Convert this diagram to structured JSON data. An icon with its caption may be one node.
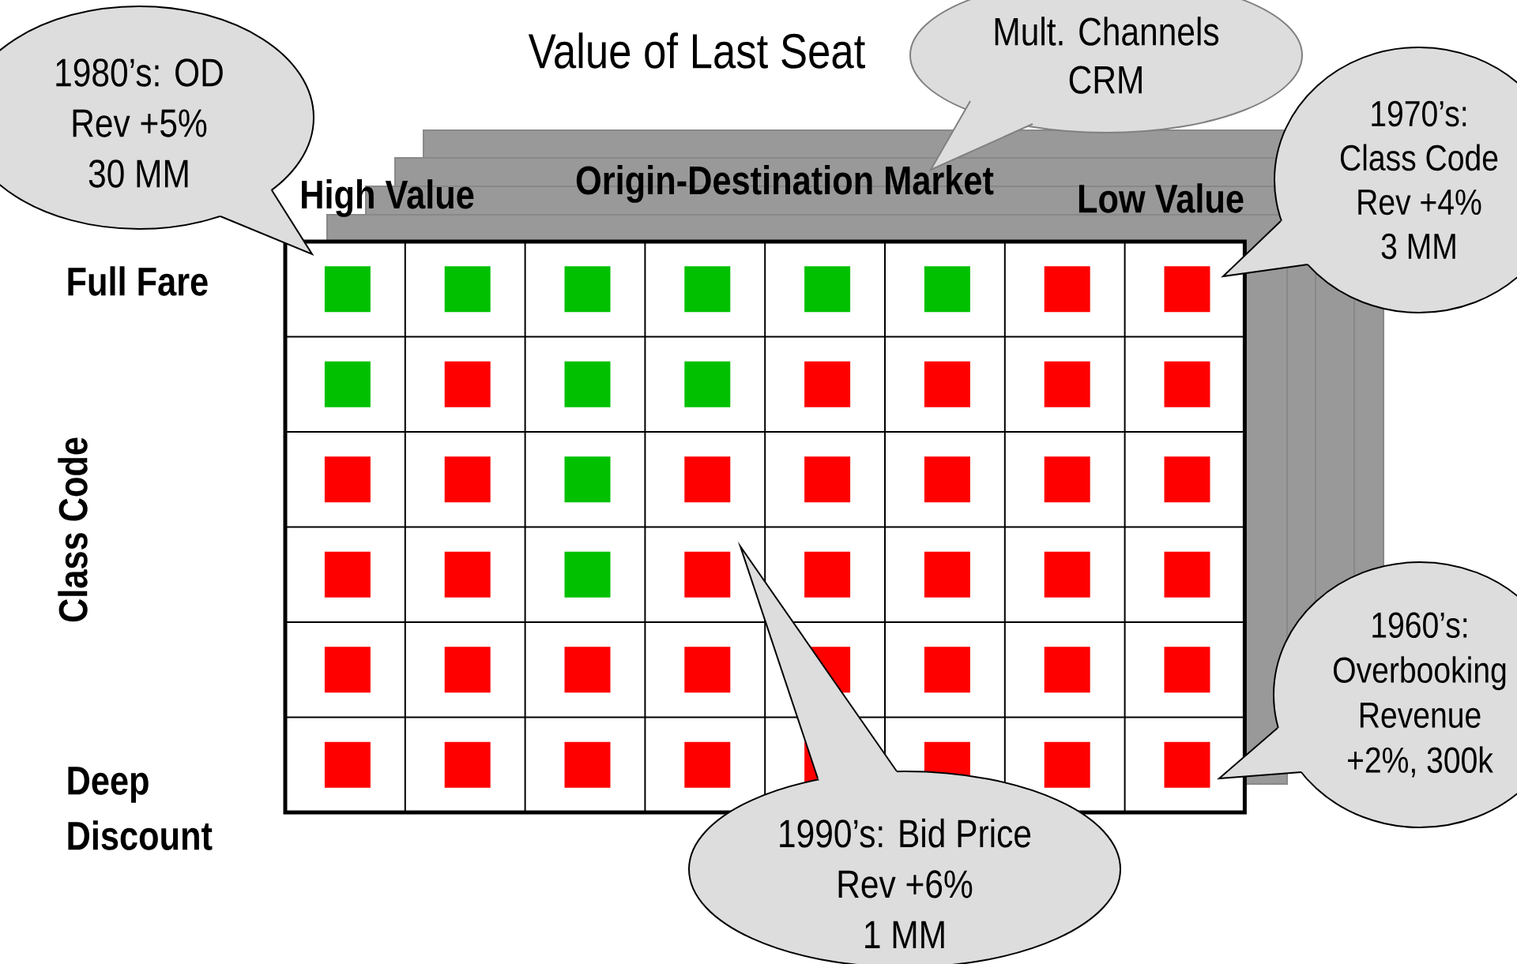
{
  "diagram": {
    "title": "Value of Last Seat",
    "nodes": [
      {
        "text": [
          "1980’s: OD",
          "Rev +5%",
          "30 MM"
        ]
      },
      {
        "text": [
          "Mult. Channels",
          "CRM"
        ]
      },
      {
        "text": [
          "1970’s:",
          "Class Code",
          "Rev +4%",
          "3 MM"
        ]
      },
      {
        "text": [
          "1960’s:",
          "Overbooking",
          "Revenue",
          "+2%, 300k"
        ]
      },
      {
        "text": [
          "1990’s: Bid Price",
          "Rev +6%",
          "1 MM"
        ]
      }
    ],
    "labels": [
      "High Value",
      "Origin-Destination Market",
      "Low Value",
      "Full Fare",
      "Class Code",
      "Deep Discount"
    ]
  }
}
